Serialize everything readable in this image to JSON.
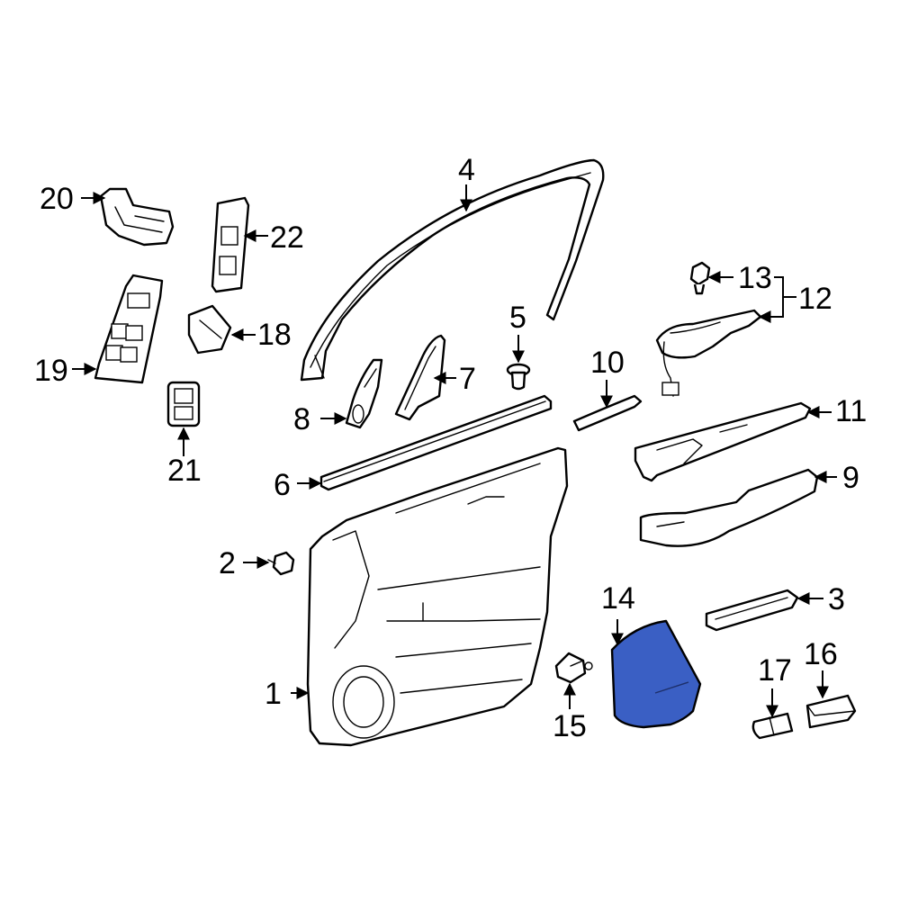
{
  "colors": {
    "line": "#000000",
    "background": "#ffffff",
    "highlight": "#3a5fc4"
  },
  "highlighted_part": "14",
  "callouts": [
    "1",
    "2",
    "3",
    "4",
    "5",
    "6",
    "7",
    "8",
    "9",
    "10",
    "11",
    "12",
    "13",
    "14",
    "15",
    "16",
    "17",
    "18",
    "19",
    "20",
    "21",
    "22"
  ]
}
